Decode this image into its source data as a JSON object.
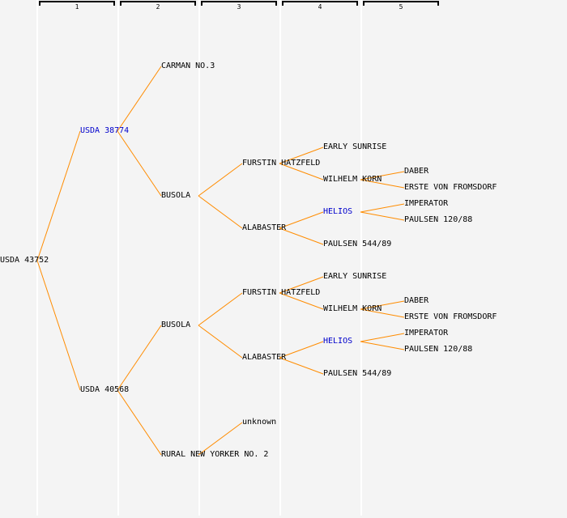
{
  "generations": [
    "1",
    "2",
    "3",
    "4",
    "5"
  ],
  "colors": {
    "background": "#f4f4f4",
    "line": "#ff8c00",
    "text": "#000000",
    "link_text": "#0000cc",
    "divider": "#ffffff"
  },
  "tree": {
    "name": "USDA 43752",
    "link": false,
    "parents": [
      {
        "name": "USDA 38774",
        "link": true,
        "parents": [
          {
            "name": "CARMAN NO.3",
            "link": false,
            "parents": []
          },
          {
            "name": "BUSOLA",
            "link": false,
            "parents": [
              {
                "name": "FURSTIN HATZFELD",
                "link": false,
                "parents": [
                  {
                    "name": "EARLY SUNRISE",
                    "link": false,
                    "parents": []
                  },
                  {
                    "name": "WILHELM KORN",
                    "link": false,
                    "parents": [
                      {
                        "name": "DABER",
                        "link": false,
                        "parents": []
                      },
                      {
                        "name": "ERSTE VON FROMSDORF",
                        "link": false,
                        "parents": []
                      }
                    ]
                  }
                ]
              },
              {
                "name": "ALABASTER",
                "link": false,
                "parents": [
                  {
                    "name": "HELIOS",
                    "link": true,
                    "parents": [
                      {
                        "name": "IMPERATOR",
                        "link": false,
                        "parents": []
                      },
                      {
                        "name": "PAULSEN 120/88",
                        "link": false,
                        "parents": []
                      }
                    ]
                  },
                  {
                    "name": "PAULSEN 544/89",
                    "link": false,
                    "parents": []
                  }
                ]
              }
            ]
          }
        ]
      },
      {
        "name": "USDA 40568",
        "link": false,
        "parents": [
          {
            "name": "BUSOLA",
            "link": false,
            "parents": [
              {
                "name": "FURSTIN HATZFELD",
                "link": false,
                "parents": [
                  {
                    "name": "EARLY SUNRISE",
                    "link": false,
                    "parents": []
                  },
                  {
                    "name": "WILHELM KORN",
                    "link": false,
                    "parents": [
                      {
                        "name": "DABER",
                        "link": false,
                        "parents": []
                      },
                      {
                        "name": "ERSTE VON FROMSDORF",
                        "link": false,
                        "parents": []
                      }
                    ]
                  }
                ]
              },
              {
                "name": "ALABASTER",
                "link": false,
                "parents": [
                  {
                    "name": "HELIOS",
                    "link": true,
                    "parents": [
                      {
                        "name": "IMPERATOR",
                        "link": false,
                        "parents": []
                      },
                      {
                        "name": "PAULSEN 120/88",
                        "link": false,
                        "parents": []
                      }
                    ]
                  },
                  {
                    "name": "PAULSEN 544/89",
                    "link": false,
                    "parents": []
                  }
                ]
              }
            ]
          },
          {
            "name": "RURAL NEW YORKER NO. 2",
            "link": false,
            "parents": [
              {
                "name": "unknown",
                "link": false,
                "parents": []
              }
            ]
          }
        ]
      }
    ]
  }
}
